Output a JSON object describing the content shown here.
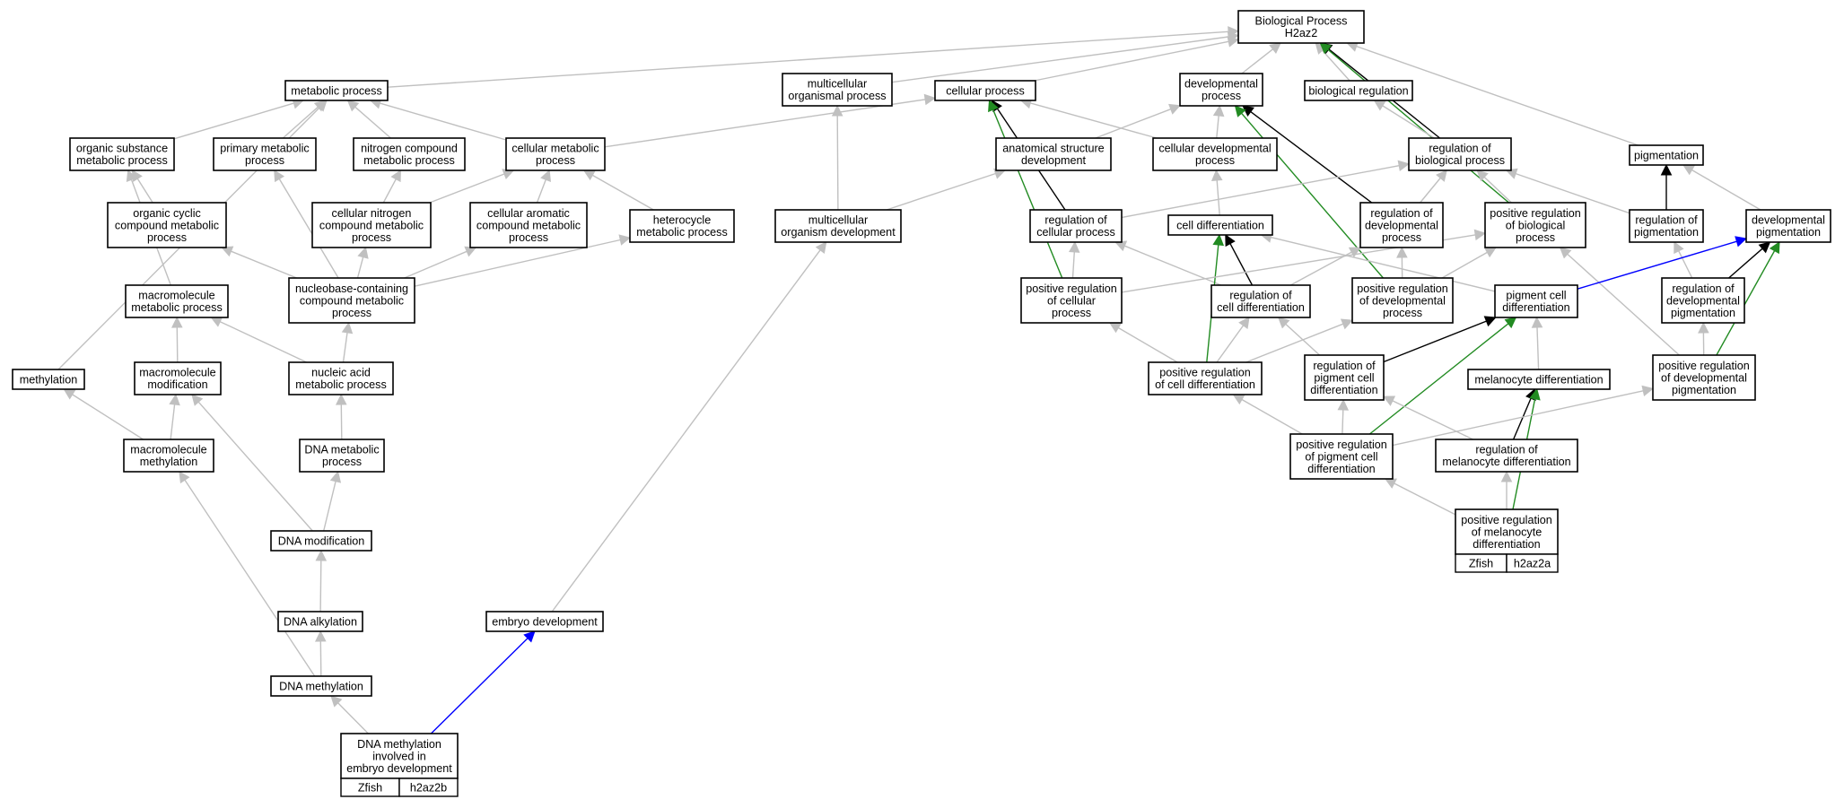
{
  "colors": {
    "edge_gray": "#c0c0c0",
    "edge_black": "#000000",
    "edge_green": "#228b22",
    "edge_blue": "#0000ff",
    "gene_tag_fill": "#5b8def"
  },
  "nodes": {
    "root": [
      "Biological Process",
      "H2az2"
    ],
    "metabolic": [
      "metabolic process"
    ],
    "multicellular_org_proc": [
      "multicellular",
      "organismal process"
    ],
    "cellular_process": [
      "cellular process"
    ],
    "developmental_process": [
      "developmental",
      "process"
    ],
    "biological_regulation": [
      "biological regulation"
    ],
    "pigmentation": [
      "pigmentation"
    ],
    "organic_substance": [
      "organic substance",
      "metabolic process"
    ],
    "primary_metabolic": [
      "primary metabolic",
      "process"
    ],
    "nitrogen_compound": [
      "nitrogen compound",
      "metabolic process"
    ],
    "cellular_metabolic": [
      "cellular metabolic",
      "process"
    ],
    "anatomical_structure": [
      "anatomical structure",
      "development"
    ],
    "cellular_developmental": [
      "cellular developmental",
      "process"
    ],
    "reg_bio_process": [
      "regulation of",
      "biological process"
    ],
    "organic_cyclic": [
      "organic cyclic",
      "compound metabolic",
      "process"
    ],
    "cellular_nitrogen": [
      "cellular nitrogen",
      "compound metabolic",
      "process"
    ],
    "cellular_aromatic": [
      "cellular aromatic",
      "compound metabolic",
      "process"
    ],
    "heterocycle": [
      "heterocycle",
      "metabolic process"
    ],
    "multicellular_dev": [
      "multicellular",
      "organism development"
    ],
    "reg_cellular_process": [
      "regulation of",
      "cellular process"
    ],
    "cell_differentiation": [
      "cell differentiation"
    ],
    "reg_dev_process": [
      "regulation of",
      "developmental",
      "process"
    ],
    "pos_reg_bio_process": [
      "positive regulation",
      "of biological",
      "process"
    ],
    "reg_pigmentation": [
      "regulation of",
      "pigmentation"
    ],
    "developmental_pigmentation": [
      "developmental",
      "pigmentation"
    ],
    "macromolecule_metabolic": [
      "macromolecule",
      "metabolic process"
    ],
    "nucleobase": [
      "nucleobase-containing",
      "compound metabolic",
      "process"
    ],
    "pos_reg_cellular_process": [
      "positive regulation",
      "of cellular",
      "process"
    ],
    "reg_cell_diff": [
      "regulation of",
      "cell differentiation"
    ],
    "pos_reg_dev_process": [
      "positive regulation",
      "of developmental",
      "process"
    ],
    "pigment_cell_diff": [
      "pigment cell",
      "differentiation"
    ],
    "reg_dev_pigmentation": [
      "regulation of",
      "developmental",
      "pigmentation"
    ],
    "methylation": [
      "methylation"
    ],
    "macromolecule_modification": [
      "macromolecule",
      "modification"
    ],
    "nucleic_acid": [
      "nucleic acid",
      "metabolic process"
    ],
    "pos_reg_cell_diff": [
      "positive regulation",
      "of cell differentiation"
    ],
    "reg_pigment_cell_diff": [
      "regulation of",
      "pigment cell",
      "differentiation"
    ],
    "melanocyte_diff": [
      "melanocyte differentiation"
    ],
    "pos_reg_dev_pigmentation": [
      "positive regulation",
      "of developmental",
      "pigmentation"
    ],
    "macromolecule_methylation": [
      "macromolecule",
      "methylation"
    ],
    "dna_metabolic": [
      "DNA metabolic",
      "process"
    ],
    "pos_reg_pigment_cell_diff": [
      "positive regulation",
      "of pigment cell",
      "differentiation"
    ],
    "reg_melanocyte_diff": [
      "regulation of",
      "melanocyte differentiation"
    ],
    "pos_reg_melanocyte_diff": [
      "positive regulation",
      "of melanocyte",
      "differentiation"
    ],
    "dna_modification": [
      "DNA modification"
    ],
    "dna_alkylation": [
      "DNA alkylation"
    ],
    "embryo_development": [
      "embryo development"
    ],
    "dna_methylation": [
      "DNA methylation"
    ],
    "dna_methylation_embryo": [
      "DNA methylation",
      "involved in",
      "embryo development"
    ]
  },
  "gene_tags": {
    "dna_methylation_embryo": [
      "Zfish",
      "h2az2b"
    ],
    "pos_reg_melanocyte_diff": [
      "Zfish",
      "h2az2a"
    ]
  },
  "edges": [
    {
      "from": "metabolic",
      "to": "root",
      "color": "edge_gray"
    },
    {
      "from": "multicellular_org_proc",
      "to": "root",
      "color": "edge_gray"
    },
    {
      "from": "cellular_process",
      "to": "root",
      "color": "edge_gray"
    },
    {
      "from": "developmental_process",
      "to": "root",
      "color": "edge_gray"
    },
    {
      "from": "biological_regulation",
      "to": "root",
      "color": "edge_gray"
    },
    {
      "from": "pigmentation",
      "to": "root",
      "color": "edge_gray"
    },
    {
      "from": "reg_bio_process",
      "to": "root",
      "color": "edge_black"
    },
    {
      "from": "pos_reg_bio_process",
      "to": "root",
      "color": "edge_green"
    },
    {
      "from": "organic_substance",
      "to": "metabolic",
      "color": "edge_gray"
    },
    {
      "from": "primary_metabolic",
      "to": "metabolic",
      "color": "edge_gray"
    },
    {
      "from": "nitrogen_compound",
      "to": "metabolic",
      "color": "edge_gray"
    },
    {
      "from": "cellular_metabolic",
      "to": "metabolic",
      "color": "edge_gray"
    },
    {
      "from": "methylation",
      "to": "metabolic",
      "color": "edge_gray"
    },
    {
      "from": "cellular_metabolic",
      "to": "cellular_process",
      "color": "edge_gray"
    },
    {
      "from": "cellular_developmental",
      "to": "cellular_process",
      "color": "edge_gray"
    },
    {
      "from": "reg_cellular_process",
      "to": "cellular_process",
      "color": "edge_black"
    },
    {
      "from": "pos_reg_cellular_process",
      "to": "cellular_process",
      "color": "edge_green"
    },
    {
      "from": "anatomical_structure",
      "to": "developmental_process",
      "color": "edge_gray"
    },
    {
      "from": "cellular_developmental",
      "to": "developmental_process",
      "color": "edge_gray"
    },
    {
      "from": "reg_dev_process",
      "to": "developmental_process",
      "color": "edge_black"
    },
    {
      "from": "pos_reg_dev_process",
      "to": "developmental_process",
      "color": "edge_green"
    },
    {
      "from": "reg_bio_process",
      "to": "biological_regulation",
      "color": "edge_gray"
    },
    {
      "from": "developmental_pigmentation",
      "to": "pigmentation",
      "color": "edge_gray"
    },
    {
      "from": "reg_pigmentation",
      "to": "pigmentation",
      "color": "edge_black"
    },
    {
      "from": "organic_cyclic",
      "to": "organic_substance",
      "color": "edge_gray"
    },
    {
      "from": "macromolecule_metabolic",
      "to": "organic_substance",
      "color": "edge_gray"
    },
    {
      "from": "nucleobase",
      "to": "primary_metabolic",
      "color": "edge_gray"
    },
    {
      "from": "cellular_nitrogen",
      "to": "nitrogen_compound",
      "color": "edge_gray"
    },
    {
      "from": "cellular_nitrogen",
      "to": "cellular_metabolic",
      "color": "edge_gray"
    },
    {
      "from": "cellular_aromatic",
      "to": "cellular_metabolic",
      "color": "edge_gray"
    },
    {
      "from": "heterocycle",
      "to": "cellular_metabolic",
      "color": "edge_gray"
    },
    {
      "from": "multicellular_dev",
      "to": "anatomical_structure",
      "color": "edge_gray"
    },
    {
      "from": "multicellular_dev",
      "to": "multicellular_org_proc",
      "color": "edge_gray"
    },
    {
      "from": "cell_differentiation",
      "to": "cellular_developmental",
      "color": "edge_gray"
    },
    {
      "from": "reg_cellular_process",
      "to": "reg_bio_process",
      "color": "edge_gray"
    },
    {
      "from": "reg_dev_process",
      "to": "reg_bio_process",
      "color": "edge_gray"
    },
    {
      "from": "pos_reg_bio_process",
      "to": "reg_bio_process",
      "color": "edge_gray"
    },
    {
      "from": "reg_pigmentation",
      "to": "reg_bio_process",
      "color": "edge_gray"
    },
    {
      "from": "nucleobase",
      "to": "organic_cyclic",
      "color": "edge_gray"
    },
    {
      "from": "nucleobase",
      "to": "cellular_nitrogen",
      "color": "edge_gray"
    },
    {
      "from": "nucleobase",
      "to": "cellular_aromatic",
      "color": "edge_gray"
    },
    {
      "from": "nucleobase",
      "to": "heterocycle",
      "color": "edge_gray"
    },
    {
      "from": "embryo_development",
      "to": "multicellular_dev",
      "color": "edge_gray"
    },
    {
      "from": "pos_reg_cellular_process",
      "to": "reg_cellular_process",
      "color": "edge_gray"
    },
    {
      "from": "reg_cell_diff",
      "to": "reg_cellular_process",
      "color": "edge_gray"
    },
    {
      "from": "pigment_cell_diff",
      "to": "cell_differentiation",
      "color": "edge_gray"
    },
    {
      "from": "reg_cell_diff",
      "to": "cell_differentiation",
      "color": "edge_black"
    },
    {
      "from": "pos_reg_cell_diff",
      "to": "cell_differentiation",
      "color": "edge_green"
    },
    {
      "from": "pos_reg_dev_process",
      "to": "reg_dev_process",
      "color": "edge_gray"
    },
    {
      "from": "reg_cell_diff",
      "to": "reg_dev_process",
      "color": "edge_gray"
    },
    {
      "from": "pos_reg_cellular_process",
      "to": "pos_reg_bio_process",
      "color": "edge_gray"
    },
    {
      "from": "pos_reg_dev_process",
      "to": "pos_reg_bio_process",
      "color": "edge_gray"
    },
    {
      "from": "pos_reg_dev_pigmentation",
      "to": "pos_reg_bio_process",
      "color": "edge_gray"
    },
    {
      "from": "reg_dev_pigmentation",
      "to": "reg_pigmentation",
      "color": "edge_gray"
    },
    {
      "from": "pigment_cell_diff",
      "to": "developmental_pigmentation",
      "color": "edge_blue"
    },
    {
      "from": "reg_dev_pigmentation",
      "to": "developmental_pigmentation",
      "color": "edge_black"
    },
    {
      "from": "pos_reg_dev_pigmentation",
      "to": "developmental_pigmentation",
      "color": "edge_green"
    },
    {
      "from": "macromolecule_modification",
      "to": "macromolecule_metabolic",
      "color": "edge_gray"
    },
    {
      "from": "nucleic_acid",
      "to": "macromolecule_metabolic",
      "color": "edge_gray"
    },
    {
      "from": "nucleic_acid",
      "to": "nucleobase",
      "color": "edge_gray"
    },
    {
      "from": "pos_reg_cell_diff",
      "to": "pos_reg_cellular_process",
      "color": "edge_gray"
    },
    {
      "from": "pos_reg_cell_diff",
      "to": "reg_cell_diff",
      "color": "edge_gray"
    },
    {
      "from": "reg_pigment_cell_diff",
      "to": "reg_cell_diff",
      "color": "edge_gray"
    },
    {
      "from": "pos_reg_cell_diff",
      "to": "pos_reg_dev_process",
      "color": "edge_gray"
    },
    {
      "from": "melanocyte_diff",
      "to": "pigment_cell_diff",
      "color": "edge_gray"
    },
    {
      "from": "reg_pigment_cell_diff",
      "to": "pigment_cell_diff",
      "color": "edge_black"
    },
    {
      "from": "pos_reg_pigment_cell_diff",
      "to": "pigment_cell_diff",
      "color": "edge_green"
    },
    {
      "from": "pos_reg_dev_pigmentation",
      "to": "reg_dev_pigmentation",
      "color": "edge_gray"
    },
    {
      "from": "macromolecule_methylation",
      "to": "methylation",
      "color": "edge_gray"
    },
    {
      "from": "macromolecule_methylation",
      "to": "macromolecule_modification",
      "color": "edge_gray"
    },
    {
      "from": "dna_modification",
      "to": "macromolecule_modification",
      "color": "edge_gray"
    },
    {
      "from": "dna_metabolic",
      "to": "nucleic_acid",
      "color": "edge_gray"
    },
    {
      "from": "pos_reg_pigment_cell_diff",
      "to": "pos_reg_cell_diff",
      "color": "edge_gray"
    },
    {
      "from": "pos_reg_pigment_cell_diff",
      "to": "reg_pigment_cell_diff",
      "color": "edge_gray"
    },
    {
      "from": "reg_melanocyte_diff",
      "to": "reg_pigment_cell_diff",
      "color": "edge_gray"
    },
    {
      "from": "reg_melanocyte_diff",
      "to": "melanocyte_diff",
      "color": "edge_black"
    },
    {
      "from": "pos_reg_melanocyte_diff",
      "to": "melanocyte_diff",
      "color": "edge_green"
    },
    {
      "from": "pos_reg_pigment_cell_diff",
      "to": "pos_reg_dev_pigmentation",
      "color": "edge_gray"
    },
    {
      "from": "dna_methylation",
      "to": "macromolecule_methylation",
      "color": "edge_gray"
    },
    {
      "from": "dna_modification",
      "to": "dna_metabolic",
      "color": "edge_gray"
    },
    {
      "from": "pos_reg_melanocyte_diff",
      "to": "pos_reg_pigment_cell_diff",
      "color": "edge_gray"
    },
    {
      "from": "pos_reg_melanocyte_diff",
      "to": "reg_melanocyte_diff",
      "color": "edge_gray"
    },
    {
      "from": "dna_alkylation",
      "to": "dna_modification",
      "color": "edge_gray"
    },
    {
      "from": "dna_methylation",
      "to": "dna_alkylation",
      "color": "edge_gray"
    },
    {
      "from": "dna_methylation_embryo",
      "to": "dna_methylation",
      "color": "edge_gray"
    },
    {
      "from": "dna_methylation_embryo",
      "to": "embryo_development",
      "color": "edge_blue"
    }
  ]
}
